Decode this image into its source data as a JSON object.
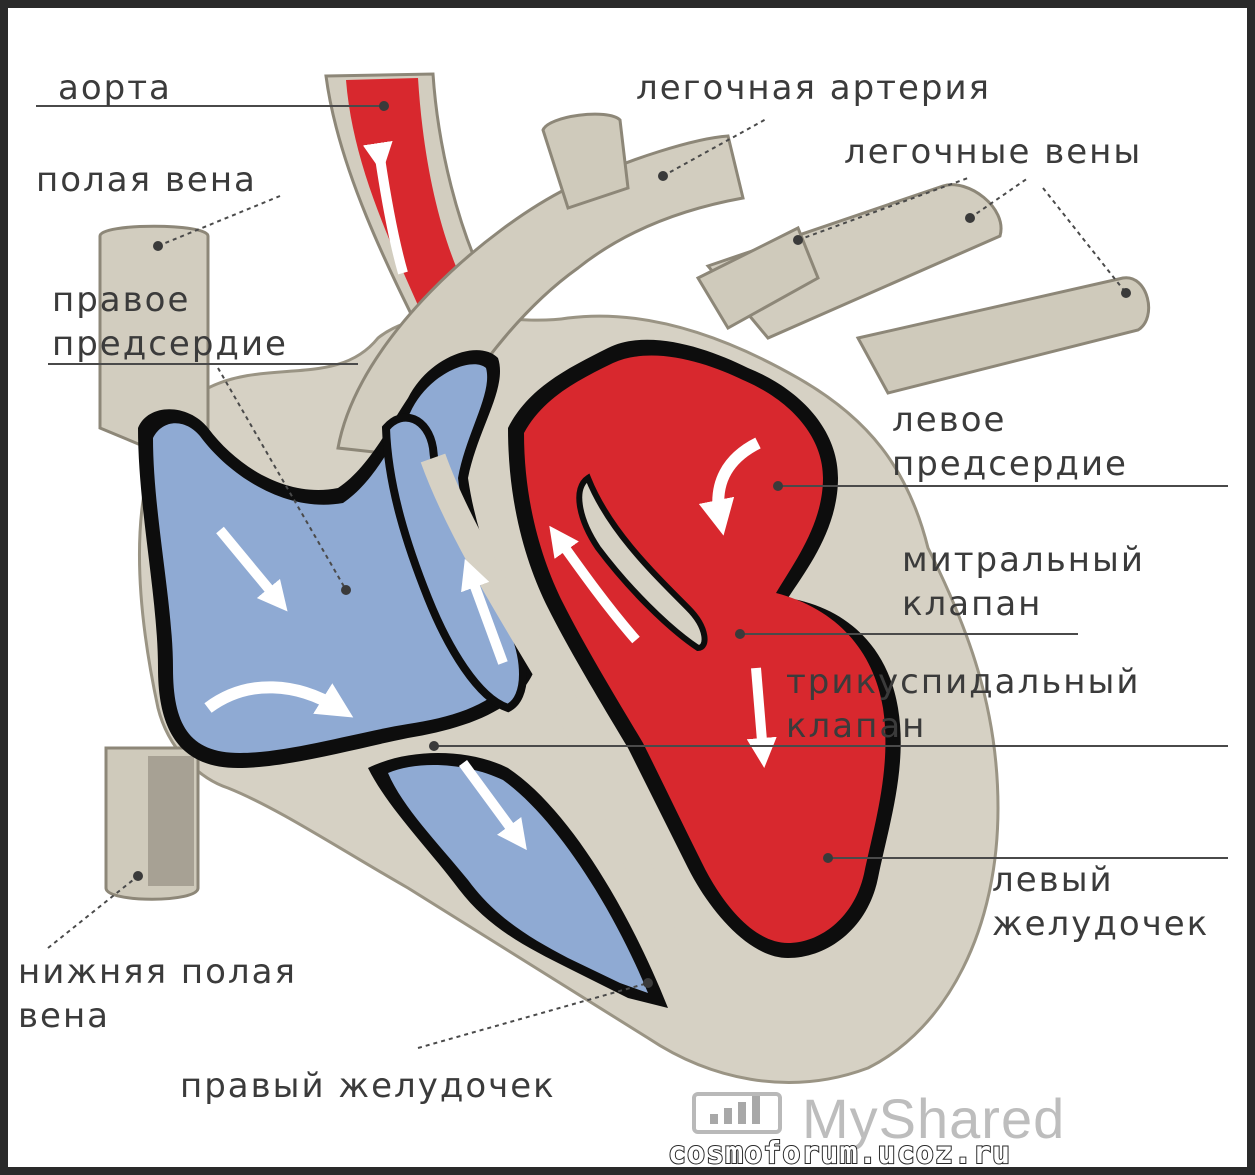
{
  "labels": {
    "aorta": "аорта",
    "vena_cava": "полая вена",
    "right_atrium_1": "правое",
    "right_atrium_2": "предсердие",
    "pulmonary_artery": "легочная артерия",
    "pulmonary_veins": "легочные вены",
    "left_atrium_1": "левое",
    "left_atrium_2": "предсердие",
    "mitral_valve_1": "митральный",
    "mitral_valve_2": "клапан",
    "tricuspid_valve_1": "трикуспидальный",
    "tricuspid_valve_2": "клапан",
    "left_ventricle_1": "левый",
    "left_ventricle_2": "желудочек",
    "inferior_vena_cava_1": "нижняя полая",
    "inferior_vena_cava_2": "вена",
    "right_ventricle": "правый желудочек"
  },
  "watermark": {
    "brand": "MyShared",
    "url": "cosmoforum.ucoz.ru"
  },
  "colors": {
    "oxygenated_blood": "#d8282e",
    "deoxygenated_blood": "#8faad3",
    "heart_wall": "#d6d1c4",
    "outline": "#0d0d0d"
  }
}
